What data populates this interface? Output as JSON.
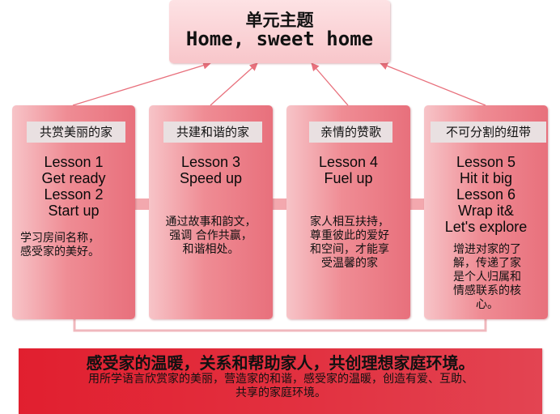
{
  "topic": {
    "label": "单元主题",
    "title": "Home, sweet home"
  },
  "columns": [
    {
      "heading": "共赏美丽的家",
      "lessons": [
        "Lesson 1",
        "Get ready",
        "Lesson 2",
        "Start up"
      ],
      "description": [
        "学习房间名称，",
        "感受家的美好。"
      ]
    },
    {
      "heading": "共建和谐的家",
      "lessons": [
        "Lesson 3",
        "Speed up"
      ],
      "description": [
        "通过故事和韵文，",
        "强调 合作共赢，",
        "和谐相处。"
      ]
    },
    {
      "heading": "亲情的赞歌",
      "lessons": [
        "Lesson 4",
        "Fuel up"
      ],
      "description": [
        "家人相互扶持，",
        "尊重彼此的爱好",
        "和空间，才能享",
        "受温馨的家"
      ]
    },
    {
      "heading": "不可分割的纽带",
      "lessons": [
        "Lesson 5",
        "Hit it big",
        "Lesson 6",
        "Wrap it&",
        "Let's explore"
      ],
      "description": [
        "增进对家的了",
        "解，传递了家",
        "是个人归属和",
        "情感联系的核",
        "心。"
      ]
    }
  ],
  "summary": {
    "main": "感受家的温暖，关系和帮助家人，共创理想家庭环境。",
    "sub_line1": "用所学语言欣赏家的美丽，营造家的和谐，感受家的温暖，创造有爱、互助、",
    "sub_line2": "共享的家庭环境。"
  },
  "colors": {
    "connector": "#e8707c",
    "box_light": "#f7c4c8",
    "box_dark": "#e8707c",
    "summary": "#e11f2f",
    "badge": "#e9e0e1"
  }
}
